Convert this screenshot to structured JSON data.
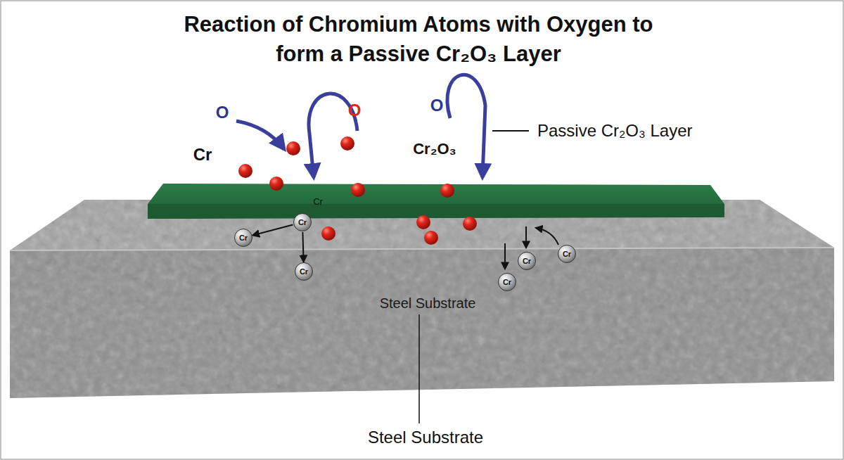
{
  "diagram": {
    "title": "Reaction of Chromium Atoms with Oxygen to form a Passive Cr₂O₃ Layer",
    "nodes": [
      {
        "text": [
          "Cr"
        ]
      },
      {
        "text": [
          "Cr"
        ]
      },
      {
        "text": [
          "Cr"
        ]
      },
      {
        "text": [
          "Cr"
        ]
      },
      {
        "text": [
          "Cr"
        ]
      },
      {
        "text": [
          "Cr"
        ]
      }
    ],
    "edges": [
      {
        "from": 0,
        "to": 1,
        "arrow": "to"
      },
      {
        "from": 0,
        "to": 2,
        "arrow": "to"
      }
    ],
    "labels": [
      "O",
      "O",
      "O",
      "Cr",
      "Cr₂O₃",
      "Passive Cr₂O₃ Layer",
      "Cr",
      "Steel Substrate",
      "Steel Substrate"
    ]
  }
}
